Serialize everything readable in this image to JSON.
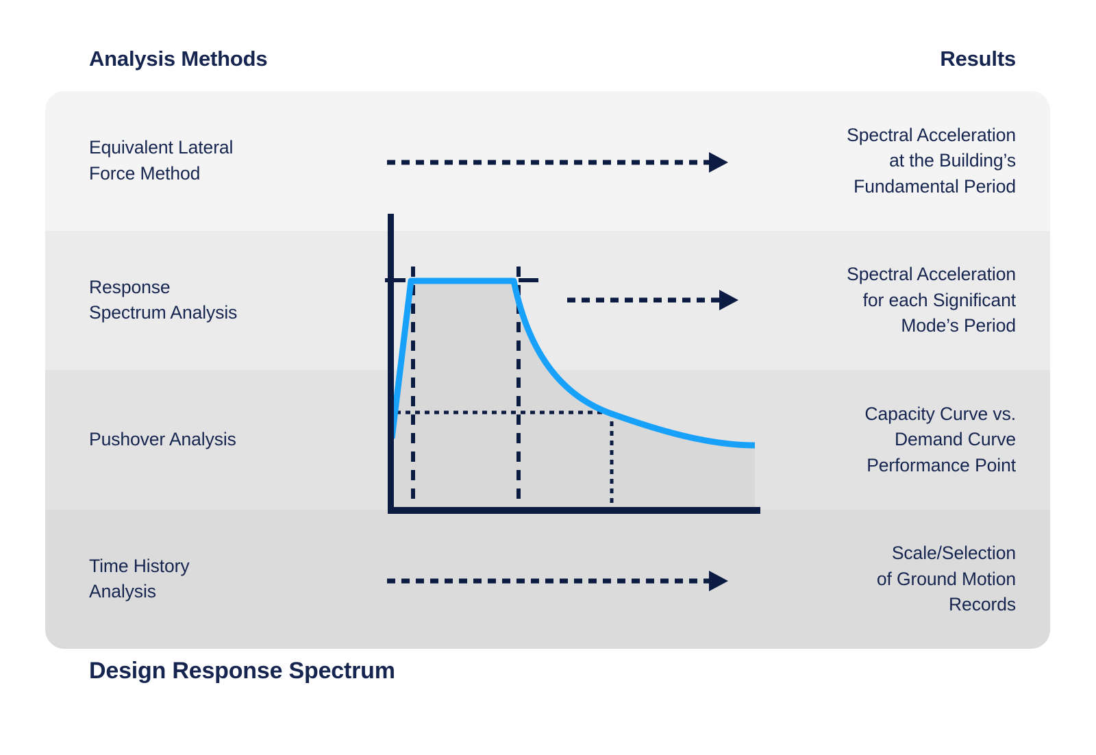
{
  "header": {
    "left_title": "Analysis Methods",
    "right_title": "Results"
  },
  "rows": [
    {
      "method_lines": [
        "Equivalent Lateral",
        "Force Method"
      ],
      "result_lines": [
        "Spectral Acceleration",
        "at the Building’s",
        "Fundamental Period"
      ],
      "has_arrow": true
    },
    {
      "method_lines": [
        "Response",
        "Spectrum Analysis"
      ],
      "result_lines": [
        "Spectral Acceleration",
        "for each Significant",
        "Mode’s Period"
      ],
      "has_arrow": true
    },
    {
      "method_lines": [
        "Pushover Analysis"
      ],
      "result_lines": [
        "Capacity Curve vs.",
        "Demand Curve",
        "Performance Point"
      ],
      "has_arrow": false
    },
    {
      "method_lines": [
        "Time History",
        "Analysis"
      ],
      "result_lines": [
        "Scale/Selection",
        "of Ground Motion",
        "Records"
      ],
      "has_arrow": true
    }
  ],
  "footer": {
    "title": "Design Response Spectrum"
  },
  "diagram": {
    "type": "design-response-spectrum-schematic",
    "curve_shape": "steep rise, flat plateau, asymptotic decay",
    "guides": [
      "dashed vertical at plateau start",
      "dashed vertical at plateau end",
      "dotted vertical at performance point",
      "dotted horizontal at performance level",
      "tick on y-axis at plateau level"
    ]
  },
  "colors": {
    "navy_text": "#16254f",
    "navy_line": "#0c1b42",
    "accent_blue": "#18a1fb",
    "band_1": "#f4f4f5",
    "band_2": "#ebebec",
    "band_3": "#e2e2e3",
    "band_4": "#dbdbdc",
    "fill_gray": "#d8d8d9",
    "page_bg": "#ffffff"
  }
}
